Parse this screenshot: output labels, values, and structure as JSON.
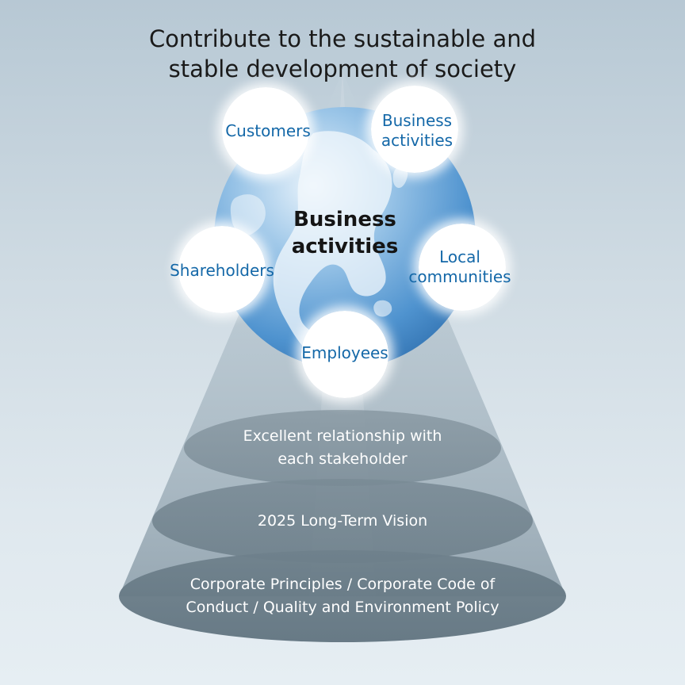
{
  "title": {
    "line1": "Contribute to the sustainable and",
    "line2": "stable development of society"
  },
  "center": {
    "line1": "Business",
    "line2": "activities"
  },
  "stakeholders": {
    "customers": {
      "line1": "Customers"
    },
    "business_activities": {
      "line1": "Business",
      "line2": "activities"
    },
    "shareholders": {
      "line1": "Shareholders"
    },
    "local_communities": {
      "line1": "Local",
      "line2": "communities"
    },
    "employees": {
      "line1": "Employees"
    }
  },
  "layers": {
    "top": {
      "line1": "Excellent relationship with",
      "line2": "each stakeholder"
    },
    "middle": {
      "line1": "2025 Long-Term Vision"
    },
    "bottom": {
      "line1": "Corporate Principles / Corporate Code of",
      "line2": "Conduct / Quality and Environment Policy"
    }
  },
  "colors": {
    "label_blue": "#1468a8",
    "globe_blue": "#3a86c8",
    "ellipse_gray": "#6c7e89"
  }
}
